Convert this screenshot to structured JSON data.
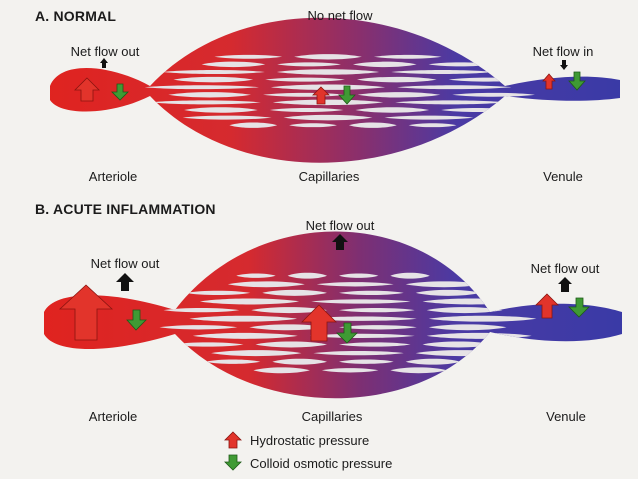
{
  "panels": {
    "normal": {
      "heading": "A. NORMAL",
      "center_note": "No net flow",
      "arteriole_note": "Net flow out",
      "venule_note": "Net flow in",
      "arteriole_label": "Arteriole",
      "capillaries_label": "Capillaries",
      "venule_label": "Venule"
    },
    "inflammation": {
      "heading": "B. ACUTE INFLAMMATION",
      "center_note": "Net flow out",
      "arteriole_note": "Net flow out",
      "venule_note": "Net flow out",
      "arteriole_label": "Arteriole",
      "capillaries_label": "Capillaries",
      "venule_label": "Venule"
    }
  },
  "legend": {
    "hydrostatic": "Hydrostatic pressure",
    "colloid": "Colloid osmotic pressure"
  },
  "colors": {
    "background": "#f3f2ef",
    "arterial_red": "#e0231f",
    "venous_blue": "#3a3aa6",
    "hydrostatic_arrow": "#e2342b",
    "colloid_arrow": "#3f9a34",
    "net_flow_arrow": "#111111"
  },
  "icons": {
    "hydrostatic": "red-up-arrow",
    "colloid": "green-down-arrow",
    "net_flow_out": "black-up-arrow",
    "net_flow_in": "black-down-arrow"
  }
}
